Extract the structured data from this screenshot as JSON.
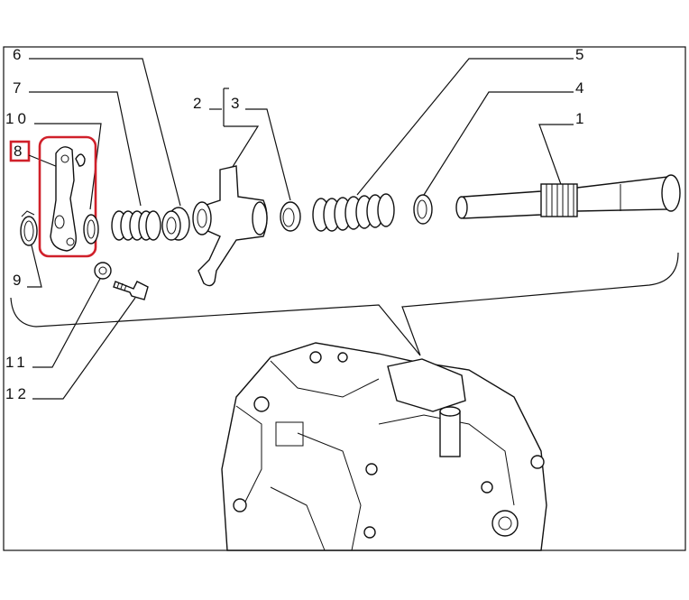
{
  "diagram": {
    "labels": {
      "p1": "1",
      "p2": "2",
      "p3": "3",
      "p4": "4",
      "p5": "5",
      "p6": "6",
      "p7": "7",
      "p8": "8",
      "p9": "9",
      "p10": "10",
      "p11": "11",
      "p12": "12"
    },
    "highlight_color": "#d0202a",
    "highlighted_part": "8"
  }
}
